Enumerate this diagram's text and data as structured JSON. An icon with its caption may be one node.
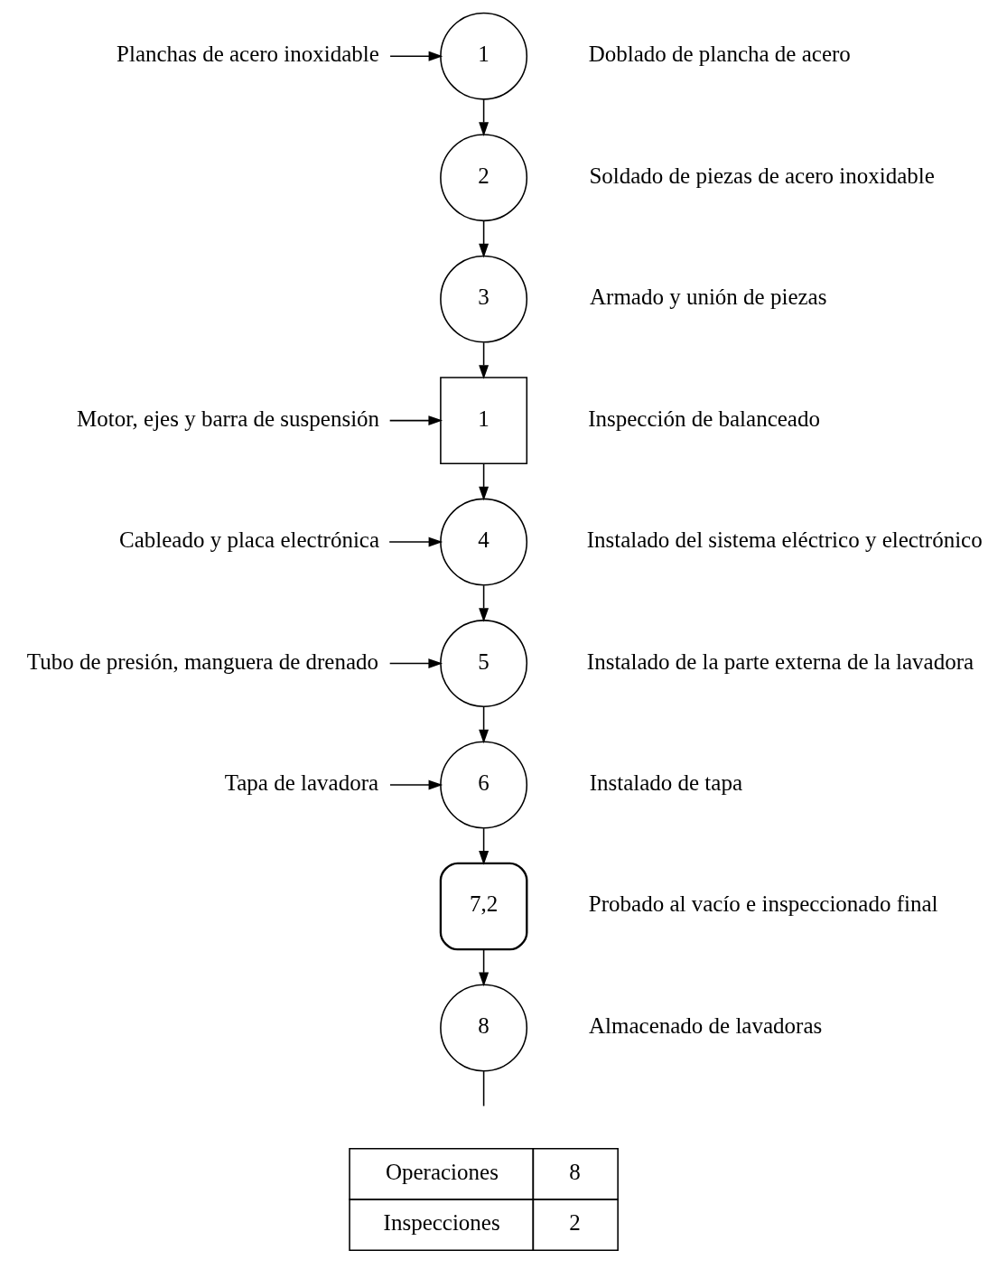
{
  "diagram": {
    "nodes": [
      {
        "text": [
          "Planchas de acero inoxidable"
        ]
      },
      {
        "text": [
          "1"
        ],
        "beside": [
          "Doblado de plancha de acero"
        ]
      },
      {
        "text": [
          "2"
        ],
        "beside": [
          "Soldado de piezas de acero inoxidable"
        ]
      },
      {
        "text": [
          "3"
        ],
        "beside": [
          "Armado y unión de piezas"
        ]
      },
      {
        "text": [
          "Motor, ejes y barra de suspensión"
        ]
      },
      {
        "text": [
          "1"
        ],
        "beside": [
          "Inspección de balanceado"
        ]
      },
      {
        "text": [
          "Cableado y placa electrónica"
        ]
      },
      {
        "text": [
          "4"
        ],
        "beside": [
          "Instalado del sistema eléctrico y electrónico"
        ]
      },
      {
        "text": [
          "Tubo de presión, manguera de drenado"
        ]
      },
      {
        "text": [
          "5"
        ],
        "beside": [
          "Instalado de la parte externa de la lavadora"
        ]
      },
      {
        "text": [
          "Tapa de lavadora"
        ]
      },
      {
        "text": [
          "6"
        ],
        "beside": [
          "Instalado de tapa"
        ]
      },
      {
        "text": [
          "7,2"
        ],
        "beside": [
          "Probado al vacío e inspeccionado final"
        ]
      },
      {
        "text": [
          "8"
        ],
        "beside": [
          "Almacenado de lavadoras"
        ]
      }
    ],
    "edges": [
      {
        "from": 0,
        "to": 1,
        "arrow": "to"
      },
      {
        "from": 1,
        "to": 2,
        "arrow": "to"
      },
      {
        "from": 2,
        "to": 3,
        "arrow": "to"
      },
      {
        "from": 3,
        "to": 5,
        "arrow": "to"
      },
      {
        "from": 4,
        "to": 5,
        "arrow": "to"
      },
      {
        "from": 5,
        "to": 7,
        "arrow": "to"
      },
      {
        "from": 6,
        "to": 7,
        "arrow": "to"
      },
      {
        "from": 7,
        "to": 9,
        "arrow": "to"
      },
      {
        "from": 8,
        "to": 9,
        "arrow": "to"
      },
      {
        "from": 9,
        "to": 11,
        "arrow": "to"
      },
      {
        "from": 10,
        "to": 11,
        "arrow": "to"
      },
      {
        "from": 11,
        "to": 12,
        "arrow": "to"
      },
      {
        "from": 12,
        "to": 13,
        "arrow": "to"
      },
      {
        "from": 13,
        "to": null,
        "arrow": "none"
      }
    ],
    "labels": [
      "Operaciones",
      "8",
      "Inspecciones",
      "2"
    ]
  }
}
